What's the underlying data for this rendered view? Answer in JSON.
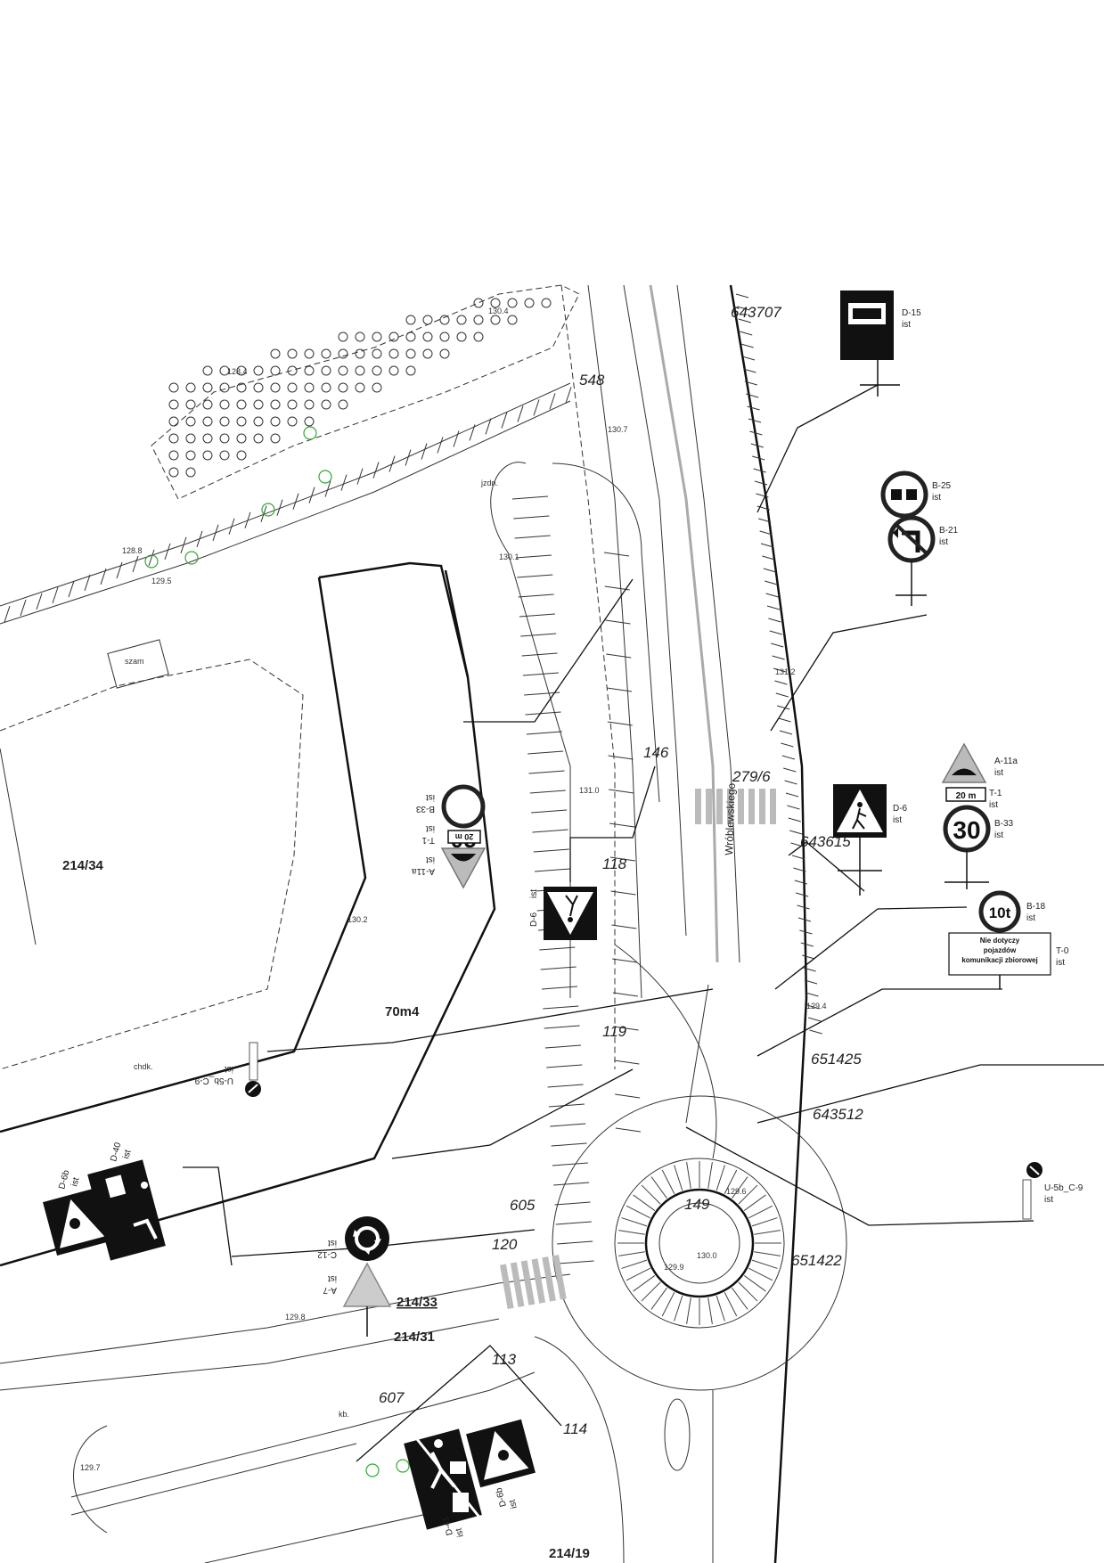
{
  "plot_numbers": {
    "p1": "214/34",
    "p2": "214/33",
    "p3": "214/31",
    "p4": "214/19",
    "p5": "70m4"
  },
  "parcel_numbers": [
    "643707",
    "643615",
    "651425",
    "643512",
    "651422",
    "279/6",
    "118",
    "119",
    "146",
    "149",
    "120",
    "605",
    "113",
    "114",
    "607",
    "548"
  ],
  "street_label": "Wróblewskiego",
  "elevations": [
    "128.4",
    "130.4",
    "130.7",
    "131.0",
    "129.8",
    "130.1",
    "130.2",
    "129.7",
    "129.4",
    "129.9",
    "130.0",
    "129.6",
    "128.8",
    "129.5",
    "131.2"
  ],
  "small_labels": {
    "chodnik": "chdk.",
    "jezdnia": "jzdn.",
    "kostka": "kb."
  },
  "box_label": "szam",
  "signs": {
    "d15": {
      "code": "D-15",
      "status": "ist"
    },
    "b25": {
      "code": "B-25",
      "status": "ist"
    },
    "b21": {
      "code": "B-21",
      "status": "ist"
    },
    "a11a_r": {
      "code": "A-11a",
      "status": "ist"
    },
    "t1_r": {
      "code": "T-1",
      "status": "ist",
      "text": "20 m"
    },
    "b33_r": {
      "code": "B-33",
      "status": "ist",
      "text": "30"
    },
    "d6_r": {
      "code": "D-6",
      "status": "ist"
    },
    "b18": {
      "code": "B-18",
      "status": "ist",
      "text": "10t"
    },
    "t0": {
      "code": "T-0",
      "status": "ist",
      "line1": "Nie dotyczy",
      "line2": "pojazdów",
      "line3": "komunikacji zbiorowej"
    },
    "b33_c": {
      "code": "B-33",
      "status": "ist",
      "text": "30"
    },
    "t1_c": {
      "code": "T-1",
      "status": "ist",
      "text": "20 m"
    },
    "a11a_c": {
      "code": "A-11a",
      "status": "ist"
    },
    "d6_c": {
      "code": "D-6",
      "status": "ist"
    },
    "u5b_l": {
      "code": "U-5b_C-9",
      "status": "ist"
    },
    "u5b_r": {
      "code": "U-5b_C-9",
      "status": "ist"
    },
    "c12": {
      "code": "C-12",
      "status": "ist"
    },
    "a7": {
      "code": "A-7",
      "status": "ist"
    },
    "d6b": {
      "code": "D-6b",
      "status": "ist"
    },
    "d40": {
      "code": "D-40",
      "status": "ist"
    },
    "d41": {
      "code": "D-41",
      "status": "ist"
    },
    "d6b_b": {
      "code": "D-6b",
      "status": "ist"
    }
  }
}
